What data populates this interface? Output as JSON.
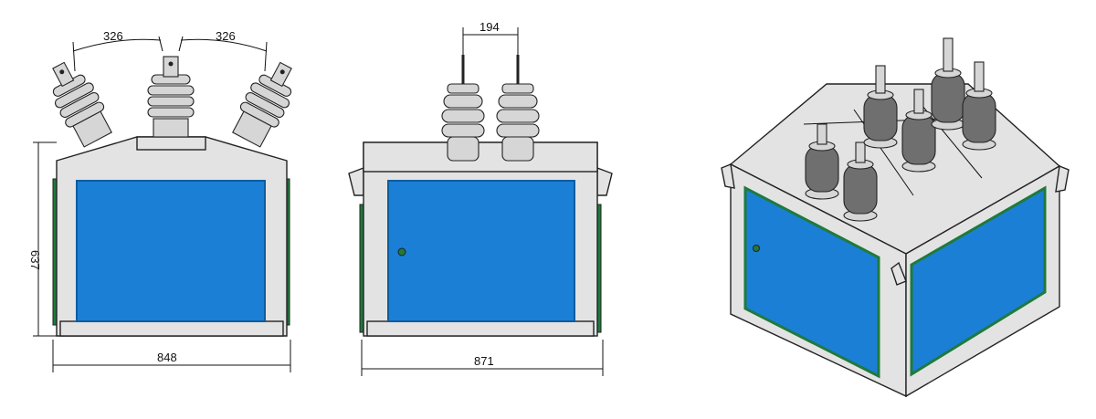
{
  "dimensions": {
    "front_left_spacing": "326",
    "front_right_spacing": "326",
    "front_height": "637",
    "front_width": "848",
    "side_bushing_spacing": "194",
    "side_width": "871"
  },
  "colors": {
    "panel_blue": "#1b7fd6",
    "panel_edge_green": "#1f7a3c",
    "housing_gray": "#e3e3e3",
    "outline": "#222222"
  }
}
